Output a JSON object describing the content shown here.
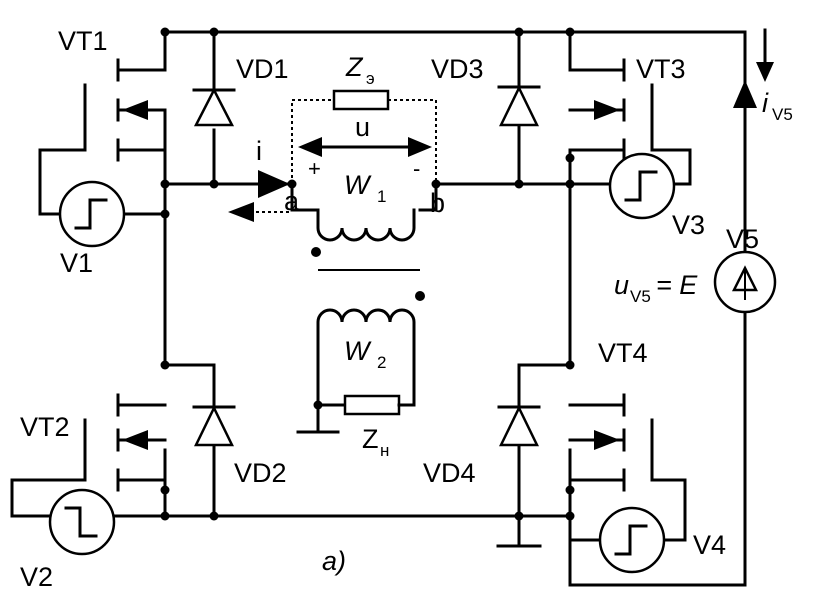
{
  "labels": {
    "vt1": "VT1",
    "vt2": "VT2",
    "vt3": "VT3",
    "vt4": "VT4",
    "vd1": "VD1",
    "vd2": "VD2",
    "vd3": "VD3",
    "vd4": "VD4",
    "v1": "V1",
    "v2": "V2",
    "v3": "V3",
    "v4": "V4",
    "v5": "V5",
    "z_e_main": "Z",
    "z_e_sub": "э",
    "z_h_main": "Z",
    "z_h_sub": "н",
    "w1_main": "W",
    "w1_sub": "1",
    "w2_main": "W",
    "w2_sub": "2",
    "u": "u",
    "plus": "+",
    "minus": "-",
    "node_a": "a",
    "node_b": "b",
    "current_i": "i",
    "i_v5_main": "i",
    "i_v5_sub": "V5",
    "u_v5_main": "u",
    "u_v5_sub": "V5",
    "u_v5_eq": "= E",
    "caption": "a)"
  }
}
